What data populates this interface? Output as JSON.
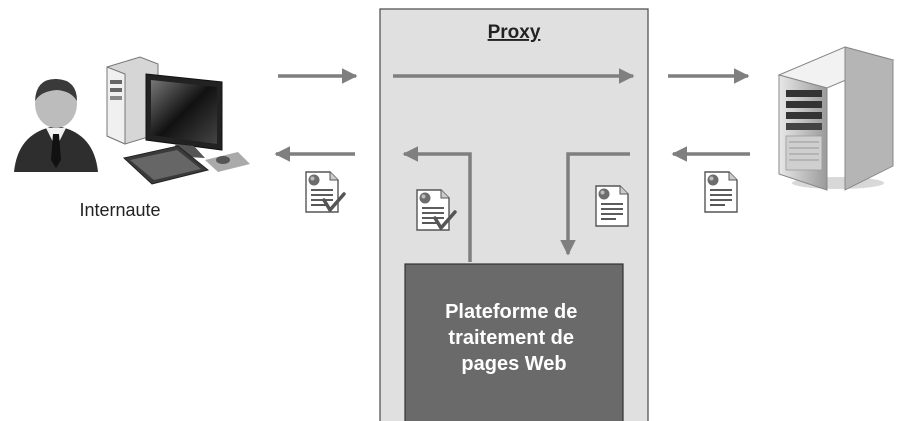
{
  "proxy": {
    "title": "Proxy",
    "platform_lines": [
      "Plateforme de",
      "traitement de",
      "pages Web"
    ]
  },
  "client": {
    "label": "Internaute",
    "icon": "user-computer-icon"
  },
  "server": {
    "icon": "server-tower-icon"
  },
  "documents": {
    "icon": "web-page-document-icon",
    "verified_icon": "web-page-checked-document-icon"
  },
  "colors": {
    "proxy_fill": "#e0e0e0",
    "proxy_border": "#555555",
    "platform_fill": "#6a6a6a",
    "arrow": "#7f7f7f"
  }
}
